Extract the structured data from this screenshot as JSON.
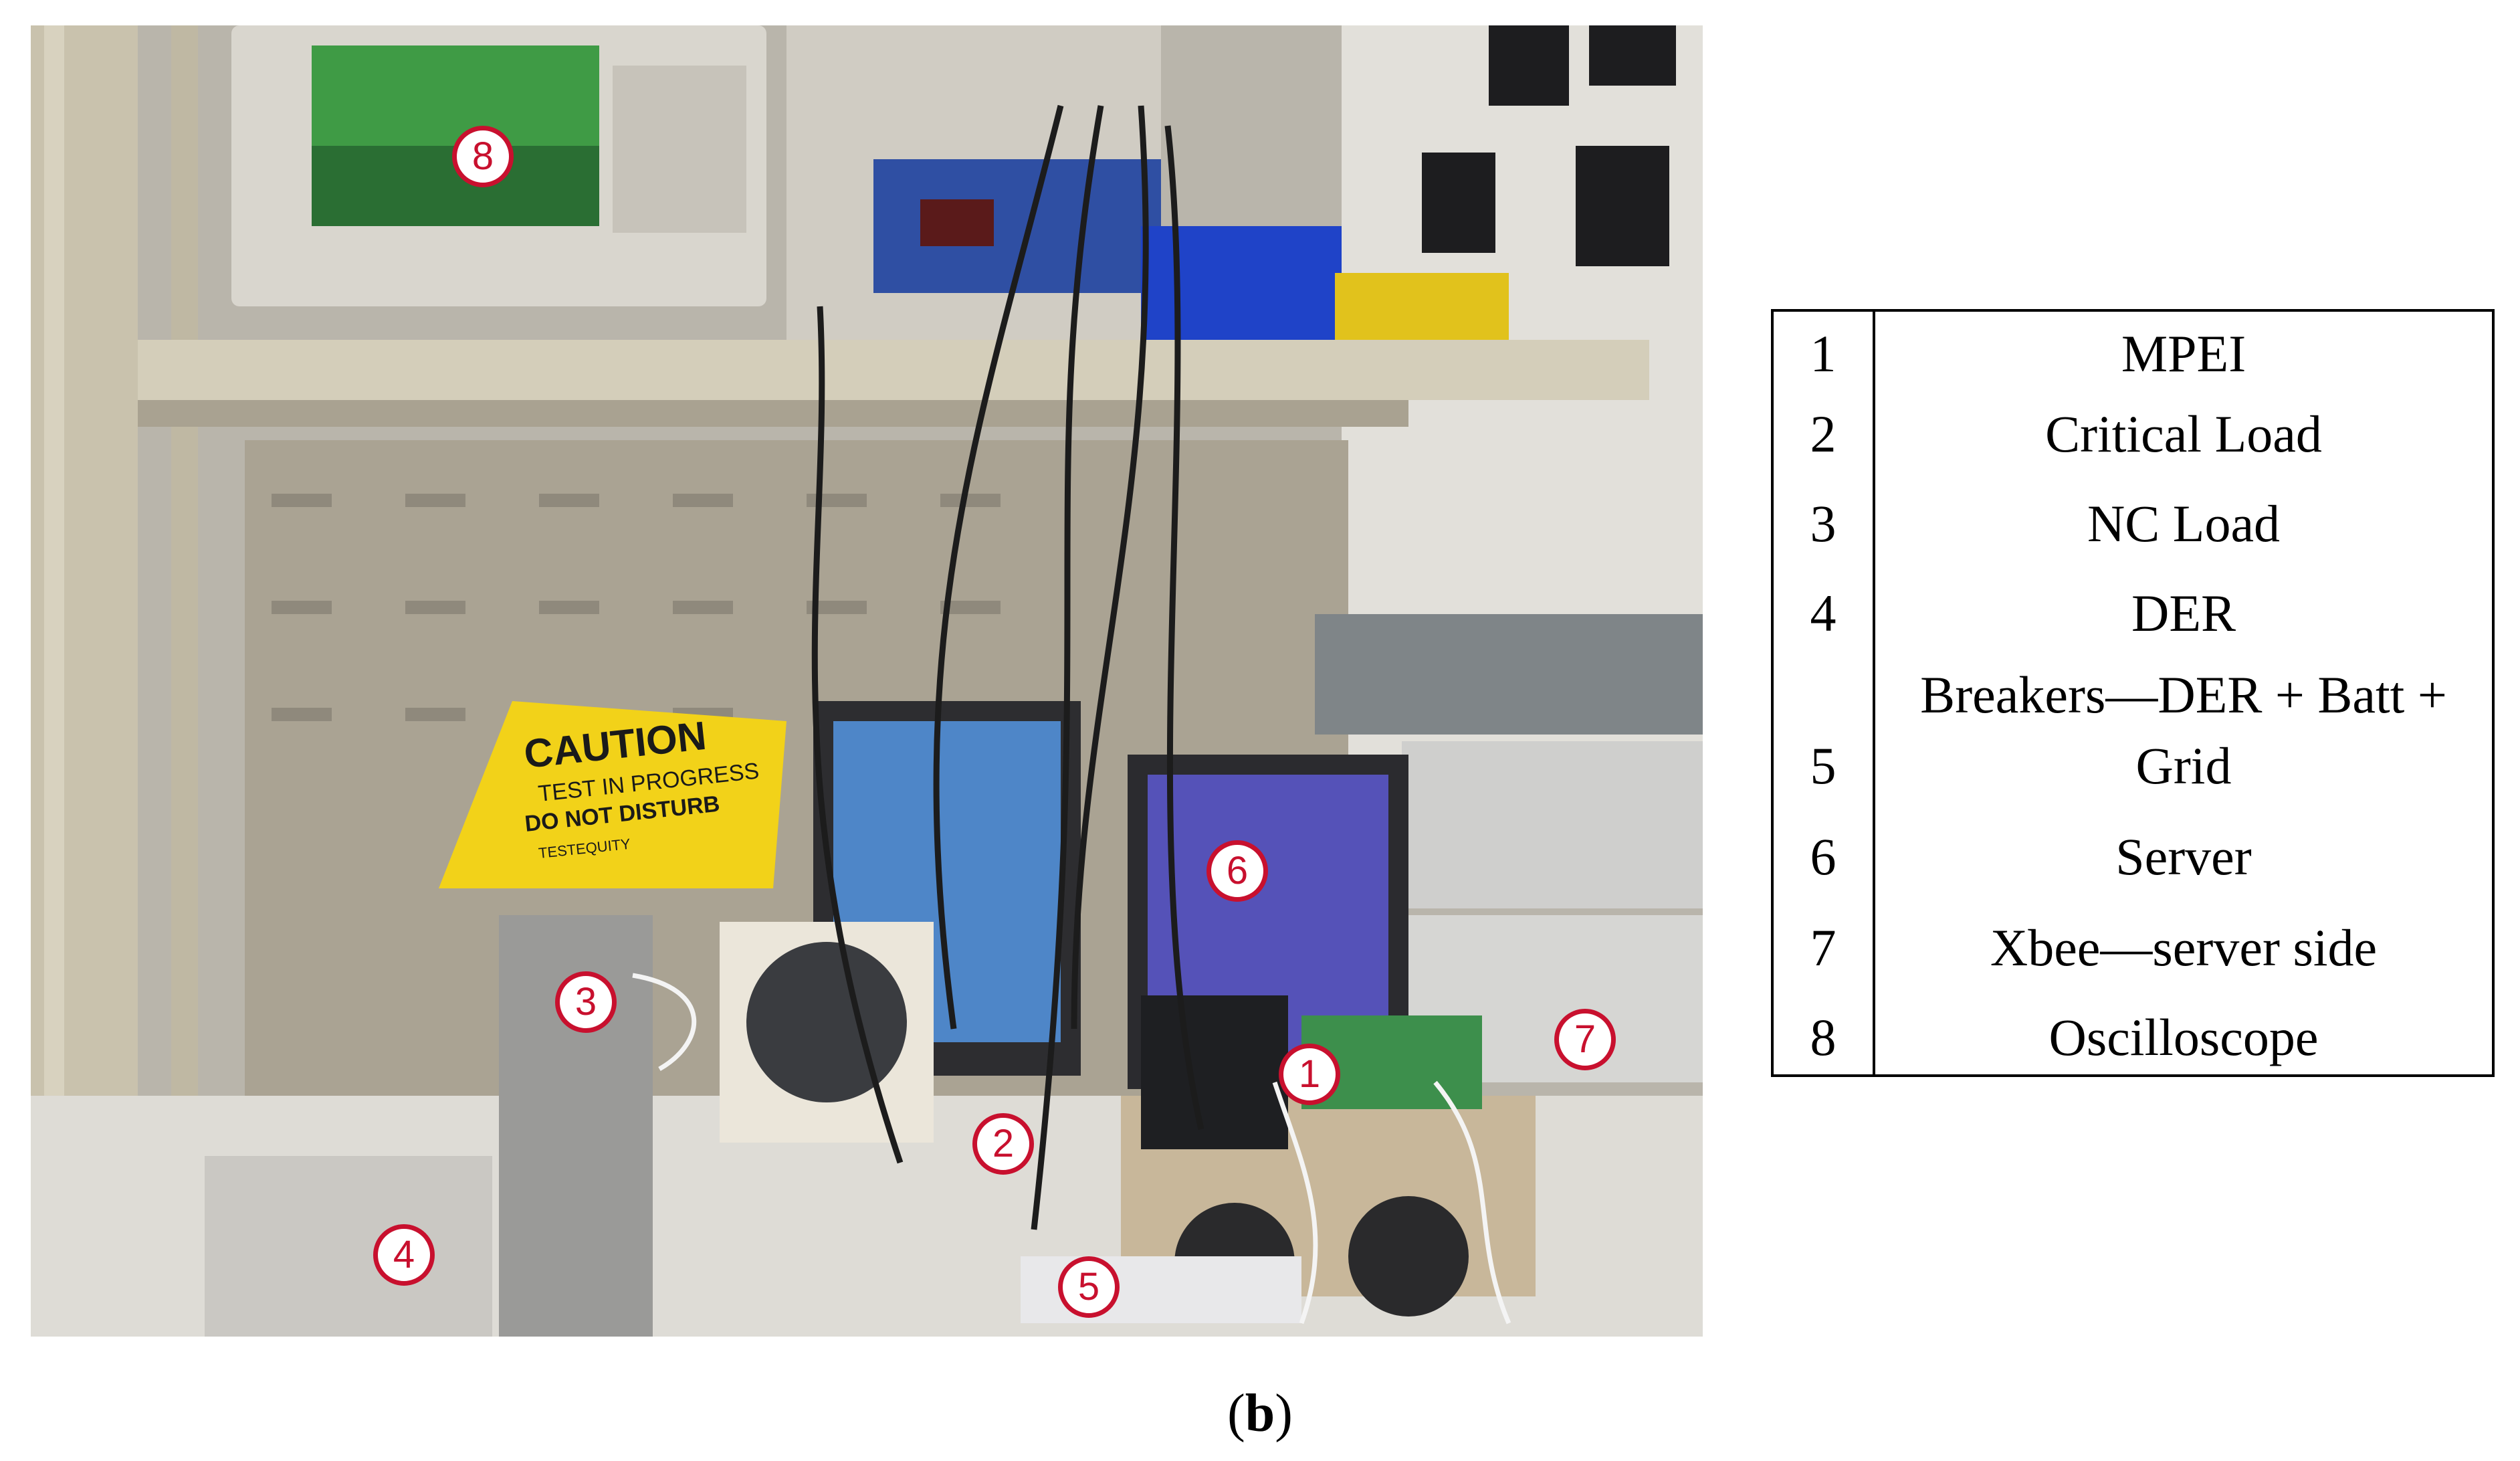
{
  "photo": {
    "sign": {
      "line1": "CAUTION",
      "line2": "TEST IN PROGRESS",
      "line3": "DO NOT DISTURB",
      "line4": "TESTEQUITY"
    },
    "markers": [
      "1",
      "2",
      "3",
      "4",
      "5",
      "6",
      "7",
      "8"
    ]
  },
  "legend": {
    "rows": [
      {
        "num": "1",
        "label": "MPEI"
      },
      {
        "num": "2",
        "label": "Critical Load"
      },
      {
        "num": "3",
        "label": "NC Load"
      },
      {
        "num": "4",
        "label": "DER"
      },
      {
        "num": "5",
        "label_line1": "Breakers—DER + Batt +",
        "label_line2": "Grid"
      },
      {
        "num": "6",
        "label": "Server"
      },
      {
        "num": "7",
        "label": "Xbee—server side"
      },
      {
        "num": "8",
        "label": "Oscilloscope"
      }
    ]
  },
  "caption": {
    "open": "(",
    "letter": "b",
    "close": ")"
  }
}
